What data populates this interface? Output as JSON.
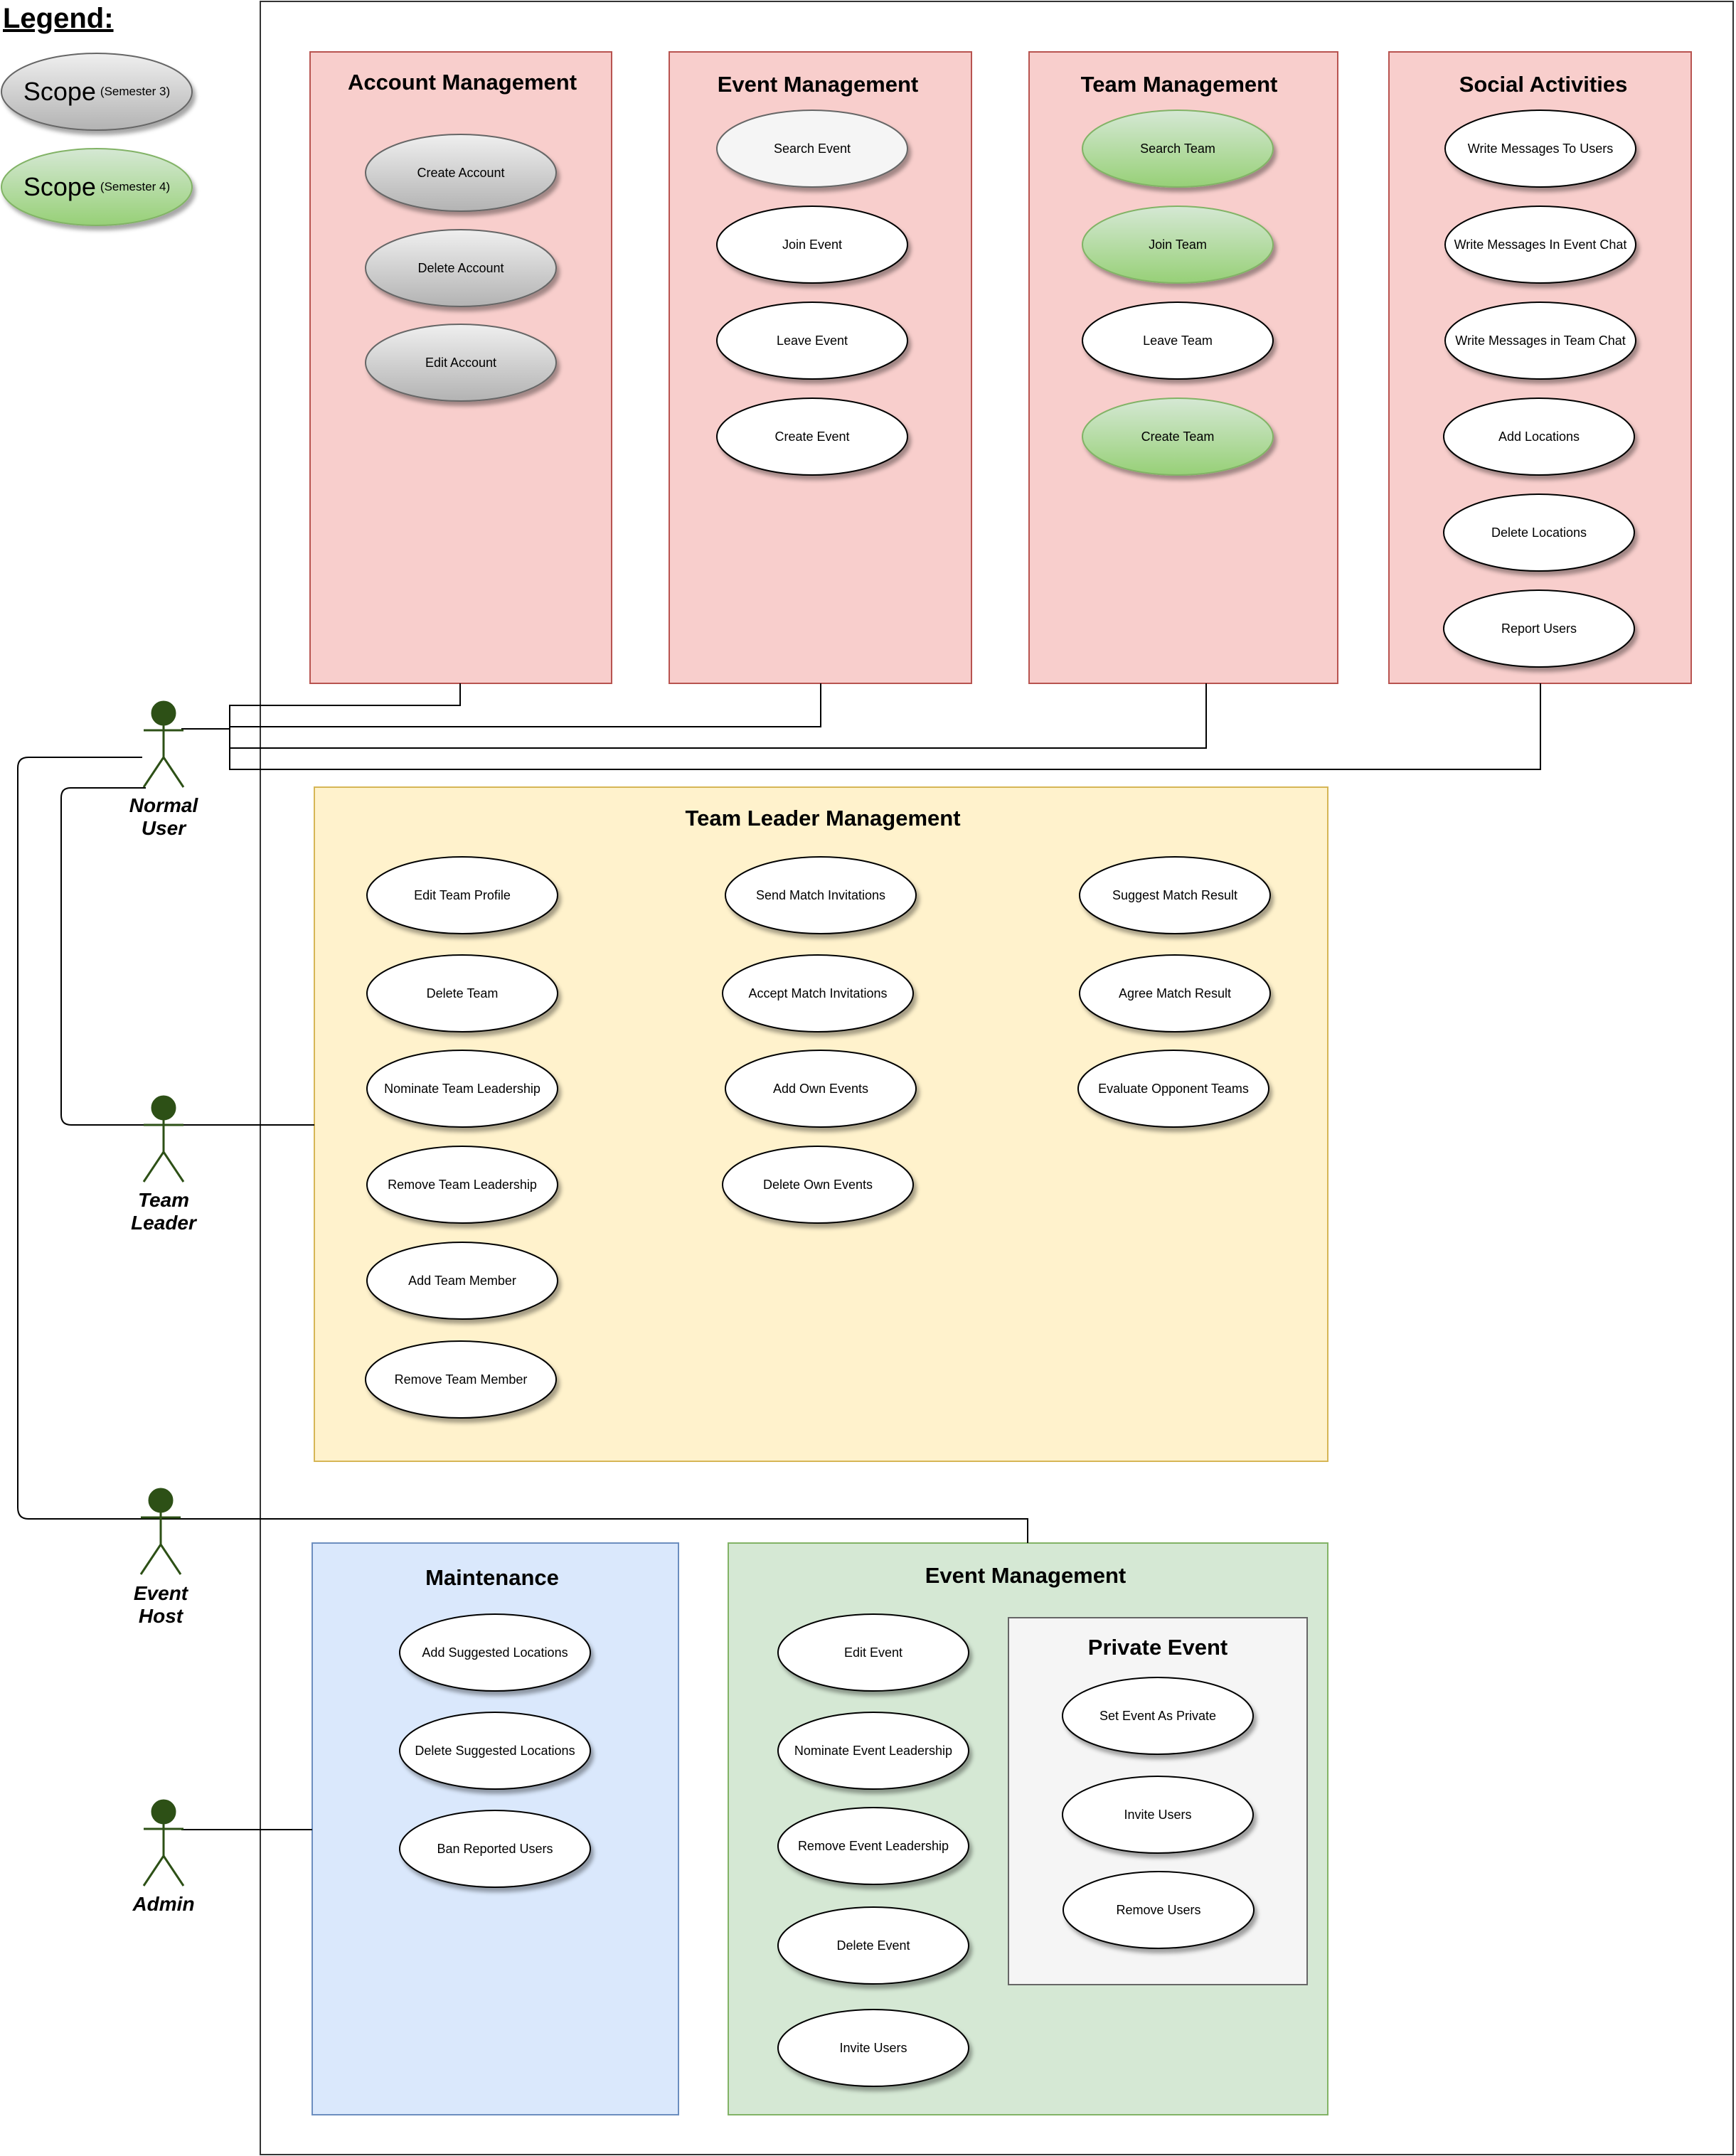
{
  "legend": {
    "title": "Legend:",
    "items": [
      {
        "main": "Scope",
        "sub": "(Semester 3)",
        "color": "#c8c8c8"
      },
      {
        "main": "Scope",
        "sub": "(Semester 4)",
        "color": "#a9d59a"
      }
    ]
  },
  "actors": [
    {
      "id": "normal-user",
      "label": "Normal\nUser"
    },
    {
      "id": "team-leader",
      "label": "Team\nLeader"
    },
    {
      "id": "event-host",
      "label": "Event\nHost"
    },
    {
      "id": "admin",
      "label": "Admin"
    }
  ],
  "containers": [
    {
      "id": "account-management",
      "title": "Account Management",
      "fill": "#f8cecc",
      "use_cases": [
        {
          "label": "Create Account",
          "scope": "semester3"
        },
        {
          "label": "Delete Account",
          "scope": "semester3"
        },
        {
          "label": "Edit Account",
          "scope": "semester3"
        }
      ]
    },
    {
      "id": "event-management",
      "title": "Event Management",
      "fill": "#f8cecc",
      "use_cases": [
        {
          "label": "Search Event",
          "scope": "light"
        },
        {
          "label": "Join Event",
          "scope": "none"
        },
        {
          "label": "Leave Event",
          "scope": "none"
        },
        {
          "label": "Create Event",
          "scope": "none"
        }
      ]
    },
    {
      "id": "team-management",
      "title": "Team Management",
      "fill": "#f8cecc",
      "use_cases": [
        {
          "label": "Search Team",
          "scope": "semester4"
        },
        {
          "label": "Join Team",
          "scope": "semester4"
        },
        {
          "label": "Leave Team",
          "scope": "none"
        },
        {
          "label": "Create Team",
          "scope": "semester4"
        }
      ]
    },
    {
      "id": "social-activities",
      "title": "Social Activities",
      "fill": "#f8cecc",
      "use_cases": [
        {
          "label": "Write Messages To Users",
          "scope": "none"
        },
        {
          "label": "Write Messages In Event Chat",
          "scope": "none"
        },
        {
          "label": "Write Messages in Team Chat",
          "scope": "none"
        },
        {
          "label": "Add Locations",
          "scope": "none"
        },
        {
          "label": "Delete Locations",
          "scope": "none"
        },
        {
          "label": "Report Users",
          "scope": "none"
        }
      ]
    },
    {
      "id": "team-leader-management",
      "title": "Team Leader Management",
      "fill": "#fff2cc",
      "use_cases": [
        {
          "label": "Edit Team Profile",
          "scope": "none"
        },
        {
          "label": "Delete Team",
          "scope": "none"
        },
        {
          "label": "Nominate Team Leadership",
          "scope": "none"
        },
        {
          "label": "Remove Team Leadership",
          "scope": "none"
        },
        {
          "label": "Add Team Member",
          "scope": "none"
        },
        {
          "label": "Remove Team Member",
          "scope": "none"
        },
        {
          "label": "Send Match Invitations",
          "scope": "none"
        },
        {
          "label": "Accept Match Invitations",
          "scope": "none"
        },
        {
          "label": "Add Own Events",
          "scope": "none"
        },
        {
          "label": "Delete Own Events",
          "scope": "none"
        },
        {
          "label": "Suggest Match Result",
          "scope": "none"
        },
        {
          "label": "Agree Match Result",
          "scope": "none"
        },
        {
          "label": "Evaluate Opponent Teams",
          "scope": "none"
        }
      ]
    },
    {
      "id": "maintenance",
      "title": "Maintenance",
      "fill": "#dae8fc",
      "use_cases": [
        {
          "label": "Add Suggested Locations",
          "scope": "none"
        },
        {
          "label": "Delete Suggested Locations",
          "scope": "none"
        },
        {
          "label": "Ban Reported Users",
          "scope": "none"
        }
      ]
    },
    {
      "id": "host-event-management",
      "title": "Event Management",
      "fill": "#d5e8d4",
      "use_cases": [
        {
          "label": "Edit Event",
          "scope": "none"
        },
        {
          "label": "Nominate Event Leadership",
          "scope": "none"
        },
        {
          "label": "Remove Event Leadership",
          "scope": "none"
        },
        {
          "label": "Delete Event",
          "scope": "none"
        },
        {
          "label": "Invite Users",
          "scope": "none"
        }
      ]
    },
    {
      "id": "private-event",
      "title": "Private Event",
      "fill": "#f5f5f5",
      "use_cases": [
        {
          "label": "Set Event As Private",
          "scope": "none"
        },
        {
          "label": "Invite Users",
          "scope": "none"
        },
        {
          "label": "Remove Users",
          "scope": "none"
        }
      ]
    }
  ],
  "colors": {
    "actor": "#2d5016",
    "semester3_fill": "#c8c8c8",
    "semester4_fill": "#a9d59a",
    "none_fill": "#ffffff",
    "light_fill": "#f5f5f5",
    "red_border": "#b85450",
    "yellow_border": "#d6b656",
    "blue_border": "#6c8ebf",
    "green_border": "#82b366",
    "gray_border": "#666666"
  }
}
